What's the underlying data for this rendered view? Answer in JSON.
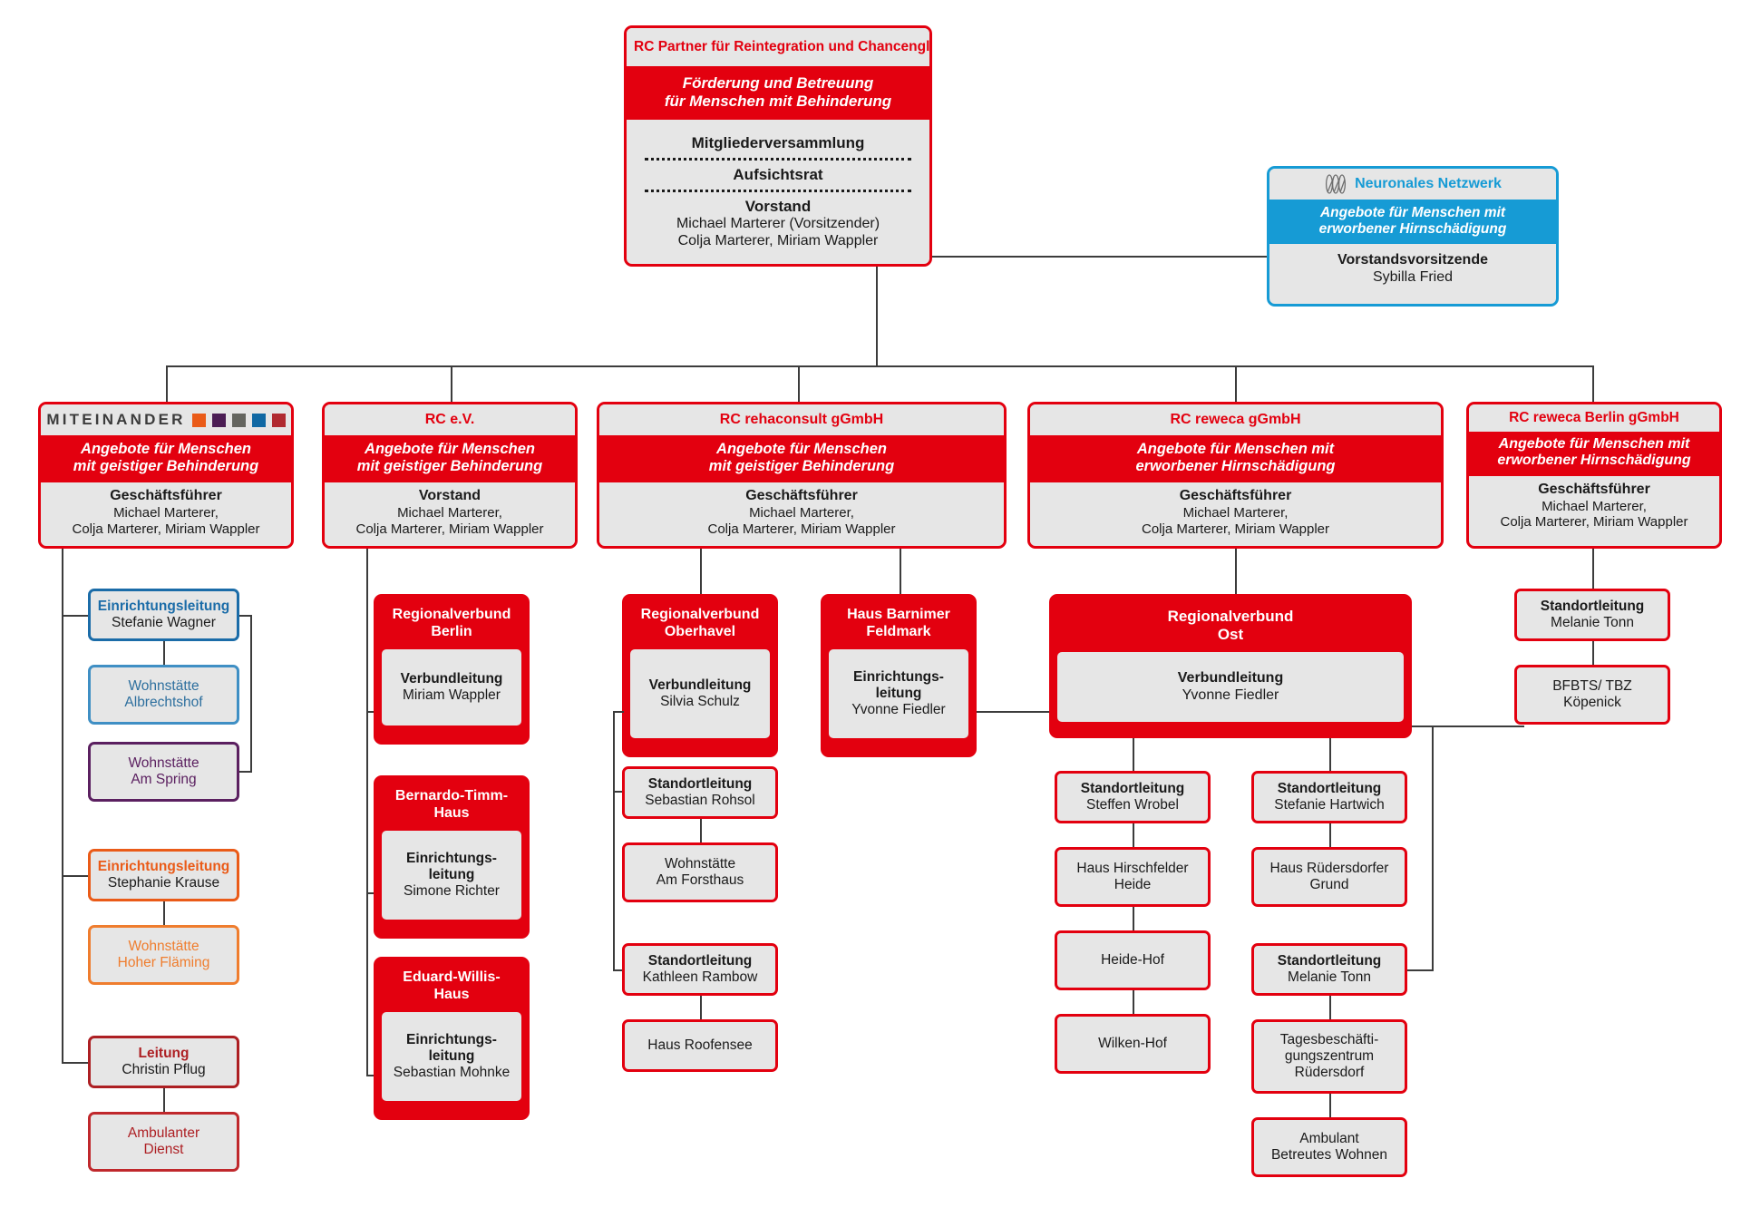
{
  "chart_data": {
    "type": "diagram",
    "title": "RC Partner für Reintegration und Chancengleichheit e.V. – Organigramm"
  },
  "colors": {
    "red": "#e3000f",
    "grey_panel": "#e6e6e6",
    "blue": "#169bd5",
    "dark_blue": "#1b6ca8",
    "purple": "#5b2060",
    "orange": "#ea5b18",
    "dark_red": "#ad1f23",
    "line": "#3c3c3c"
  },
  "root": {
    "name": "RC Partner für Reintegration und Chancengleichheit e.V.",
    "slogan_line1": "Förderung und Betreuung",
    "slogan_line2": "für Menschen mit Behinderung",
    "items": [
      {
        "title": "Mitgliederversammlung",
        "people": ""
      },
      {
        "title": "Aufsichtsrat",
        "people": ""
      },
      {
        "title": "Vorstand",
        "people_line1": "Michael Marterer (Vorsitzender)",
        "people_line2": "Colja Marterer, Miriam Wappler"
      }
    ]
  },
  "neuronal": {
    "icon": "neural-network-icon",
    "name": "Neuronales Netzwerk",
    "slogan_line1": "Angebote für Menschen mit",
    "slogan_line2": "erworbener Hirnschädigung",
    "role": "Vorstandsvorsitzende",
    "person": "Sybilla Fried"
  },
  "columns": [
    {
      "id": "miteinander",
      "logo_word": "MITEINANDER",
      "logo_squares": [
        "#ea5b18",
        "#4b1d54",
        "#64655f",
        "#1068a3",
        "#b02a30"
      ],
      "slogan_line1": "Angebote für Menschen",
      "slogan_line2": "mit geistiger Behinderung",
      "role": "Geschäftsführer",
      "people_line1": "Michael Marterer,",
      "people_line2": "Colja Marterer, Miriam Wappler",
      "nodes": [
        {
          "title": "Einrichtungsleitung",
          "person": "Stefanie Wagner"
        },
        {
          "line1": "Wohnstätte",
          "line2": "Albrechtshof"
        },
        {
          "line1": "Wohnstätte",
          "line2": "Am Spring"
        },
        {
          "title": "Einrichtungsleitung",
          "person": "Stephanie Krause"
        },
        {
          "line1": "Wohnstätte",
          "line2": "Hoher Fläming"
        },
        {
          "title": "Leitung",
          "person": "Christin Pflug"
        },
        {
          "line1": "Ambulanter",
          "line2": "Dienst"
        }
      ]
    },
    {
      "id": "rc-ev",
      "name": "RC e.V.",
      "slogan_line1": "Angebote für Menschen",
      "slogan_line2": "mit geistiger Behinderung",
      "role": "Vorstand",
      "people_line1": "Michael Marterer,",
      "people_line2": "Colja Marterer, Miriam Wappler",
      "units": [
        {
          "head_line1": "Regionalverbund",
          "head_line2": "Berlin",
          "role": "Verbundleitung",
          "person": "Miriam Wappler"
        },
        {
          "head_line1": "Bernardo-Timm-",
          "head_line2": "Haus",
          "role_line1": "Einrichtungs-",
          "role_line2": "leitung",
          "person": "Simone Richter"
        },
        {
          "head_line1": "Eduard-Willis-",
          "head_line2": "Haus",
          "role_line1": "Einrichtungs-",
          "role_line2": "leitung",
          "person": "Sebastian Mohnke"
        }
      ]
    },
    {
      "id": "rehaconsult",
      "name": "RC rehaconsult gGmbH",
      "slogan_line1": "Angebote für Menschen",
      "slogan_line2": "mit geistiger Behinderung",
      "role": "Geschäftsführer",
      "people_line1": "Michael Marterer,",
      "people_line2": "Colja Marterer, Miriam Wappler",
      "units": [
        {
          "head_line1": "Regionalverbund",
          "head_line2": "Oberhavel",
          "role": "Verbundleitung",
          "person": "Silvia Schulz"
        },
        {
          "head_line1": "Haus Barnimer",
          "head_line2": "Feldmark",
          "role_line1": "Einrichtungs-",
          "role_line2": "leitung",
          "person": "Yvonne Fiedler"
        }
      ],
      "nodes": [
        {
          "title": "Standortleitung",
          "person": "Sebastian Rohsol"
        },
        {
          "line1": "Wohnstätte",
          "line2": "Am Forsthaus"
        },
        {
          "title": "Standortleitung",
          "person": "Kathleen Rambow"
        },
        {
          "line1": "Haus Roofensee"
        }
      ]
    },
    {
      "id": "reweca",
      "name": "RC reweca gGmbH",
      "slogan_line1": "Angebote für Menschen mit",
      "slogan_line2": "erworbener Hirnschädigung",
      "role": "Geschäftsführer",
      "people_line1": "Michael Marterer,",
      "people_line2": "Colja Marterer, Miriam Wappler",
      "units": [
        {
          "head_line1": "Regionalverbund",
          "head_line2": "Ost",
          "role": "Verbundleitung",
          "person": "Yvonne Fiedler"
        }
      ],
      "left_branch": [
        {
          "title": "Standortleitung",
          "person": "Steffen Wrobel"
        },
        {
          "line1": "Haus Hirschfelder",
          "line2": "Heide"
        },
        {
          "line1": "Heide-Hof"
        },
        {
          "line1": "Wilken-Hof"
        }
      ],
      "right_branch": [
        {
          "title": "Standortleitung",
          "person": "Stefanie Hartwich"
        },
        {
          "line1": "Haus Rüdersdorfer",
          "line2": "Grund"
        },
        {
          "title": "Standortleitung",
          "person": "Melanie Tonn"
        },
        {
          "line1": "Tagesbeschäfti-",
          "line2": "gungszentrum",
          "line3": "Rüdersdorf"
        },
        {
          "line1": "Ambulant",
          "line2": "Betreutes Wohnen"
        }
      ]
    },
    {
      "id": "reweca-berlin",
      "name": "RC reweca Berlin gGmbH",
      "slogan_line1": "Angebote für Menschen mit",
      "slogan_line2": "erworbener Hirnschädigung",
      "role": "Geschäftsführer",
      "people_line1": "Michael Marterer,",
      "people_line2": "Colja Marterer, Miriam Wappler",
      "nodes": [
        {
          "title": "Standortleitung",
          "person": "Melanie Tonn"
        },
        {
          "line1": "BFBTS/ TBZ",
          "line2": "Köpenick"
        }
      ]
    }
  ]
}
